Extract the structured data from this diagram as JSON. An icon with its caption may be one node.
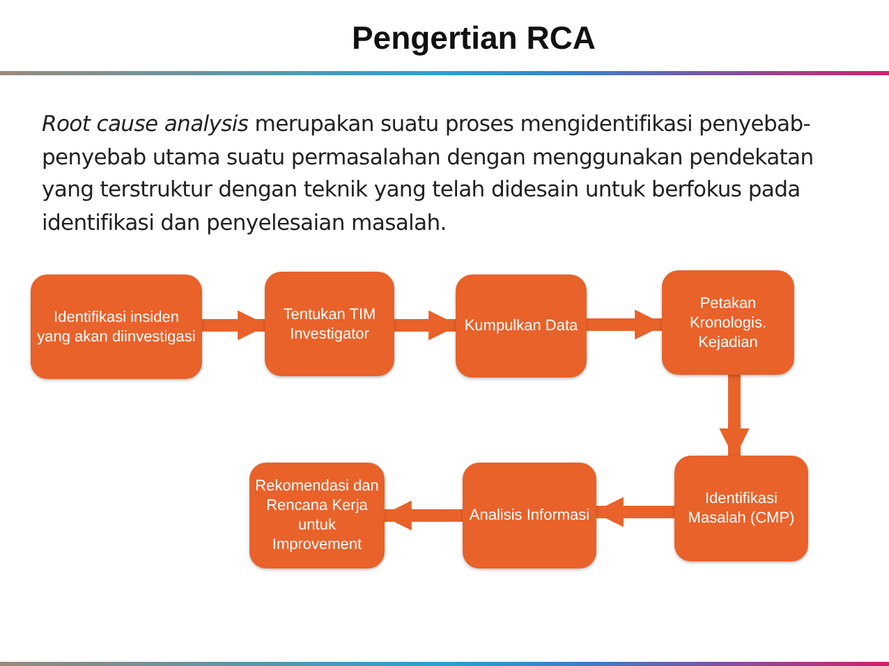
{
  "diagram": {
    "title": "Pengertian RCA",
    "nodes": [
      {
        "text": [
          "Identifikasi insiden yang akan diinvestigasi"
        ]
      },
      {
        "text": [
          "Tentukan TIM Investigator"
        ]
      },
      {
        "text": [
          "Kumpulkan Data"
        ]
      },
      {
        "text": [
          "Petakan Kronologis. Kejadian"
        ]
      },
      {
        "text": [
          "Identifikasi Masalah (CMP)"
        ]
      },
      {
        "text": [
          "Analisis Informasi"
        ]
      },
      {
        "text": [
          "Rekomendasi dan Rencana Kerja untuk Improvement"
        ]
      }
    ],
    "edges": [
      {
        "from": 0,
        "to": 1,
        "arrow": "to"
      },
      {
        "from": 1,
        "to": 2,
        "arrow": "to"
      },
      {
        "from": 2,
        "to": 3,
        "arrow": "to"
      },
      {
        "from": 3,
        "to": 4,
        "arrow": "to"
      },
      {
        "from": 4,
        "to": 5,
        "arrow": "to"
      },
      {
        "from": 5,
        "to": 6,
        "arrow": "to"
      }
    ],
    "labels": [
      "*Root cause analysis* merupakan suatu proses mengidentifikasi penyebab-penyebab utama suatu permasalahan dengan menggunakan pendekatan yang terstruktur dengan teknik yang telah didesain untuk berfokus pada identifikasi dan penyelesaian masalah."
    ]
  }
}
